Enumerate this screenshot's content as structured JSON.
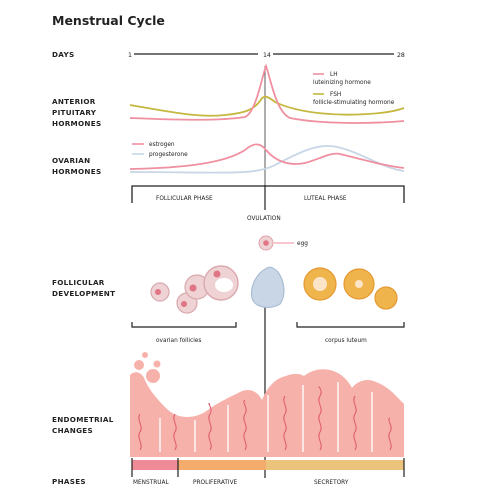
{
  "title": "Menstrual Cycle",
  "days": {
    "label": "DAYS",
    "start": "1",
    "mid": "14",
    "end": "28"
  },
  "rows": {
    "pituitary": [
      "ANTERIOR",
      "PITUITARY",
      "HORMONES"
    ],
    "ovarian": [
      "OVARIAN",
      "HORMONES"
    ],
    "follicular": [
      "FOLLICULAR",
      "DEVELOPMENT"
    ],
    "endometrial": [
      "ENDOMETRIAL",
      "CHANGES"
    ],
    "phases": "PHASES"
  },
  "pituitary_legend": {
    "lh_short": "LH",
    "lh_long": "luteinizing hormone",
    "fsh_short": "FSH",
    "fsh_long": "follicle-stimulating hormone"
  },
  "ovarian_legend": {
    "estrogen": "estrogen",
    "progesterone": "progesterone"
  },
  "cycle_phases": {
    "follicular": "FOLLICULAR PHASE",
    "luteal": "LUTEAL PHASE",
    "ovulation": "OVULATION"
  },
  "egg_label": "egg",
  "follicle_labels": {
    "ovarian_follicles": "ovarian follicles",
    "corpus_luteum": "corpus luteum"
  },
  "uterine_phases": {
    "menstrual": "MENSTRUAL",
    "proliferative": "PROLIFERATIVE",
    "secretory": "SECRETORY"
  },
  "colors": {
    "lh": "#ef8fa0",
    "fsh": "#c4b83e",
    "estrogen": "#ef8fa0",
    "progesterone": "#c8d6e6",
    "menstrual_bar": "#ee8b97",
    "proliferative_bar": "#f4ac6d",
    "secretory_bar": "#ecc37c",
    "endometrium": "#f7b1ab",
    "follicle": "#efd2d4",
    "corpus_luteum": "#f0b44c"
  }
}
